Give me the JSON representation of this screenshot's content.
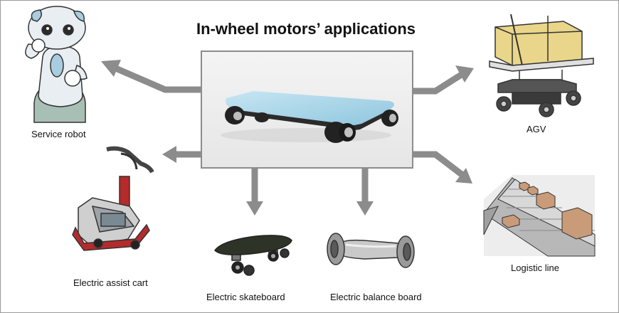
{
  "title": "In-wheel motors’ applications",
  "colors": {
    "arrow": "#8c8c8c",
    "frame_border": "#9a9a9a",
    "board_top": "#a9d6ea",
    "robot_body": "#e9eef2",
    "robot_skirt": "#a8bfb5",
    "crate": "#e9d68a",
    "cart_red": "#b52a2a",
    "box_brown": "#c99b78",
    "skateboard_deck": "#2e3327"
  },
  "applications": [
    {
      "id": "service-robot",
      "label": "Service robot"
    },
    {
      "id": "agv",
      "label": "AGV"
    },
    {
      "id": "electric-assist-cart",
      "label": "Electric assist cart"
    },
    {
      "id": "logistic-line",
      "label": "Logistic line"
    },
    {
      "id": "electric-skateboard",
      "label": "Electric skateboard"
    },
    {
      "id": "electric-balance-board",
      "label": "Electric balance board"
    }
  ]
}
